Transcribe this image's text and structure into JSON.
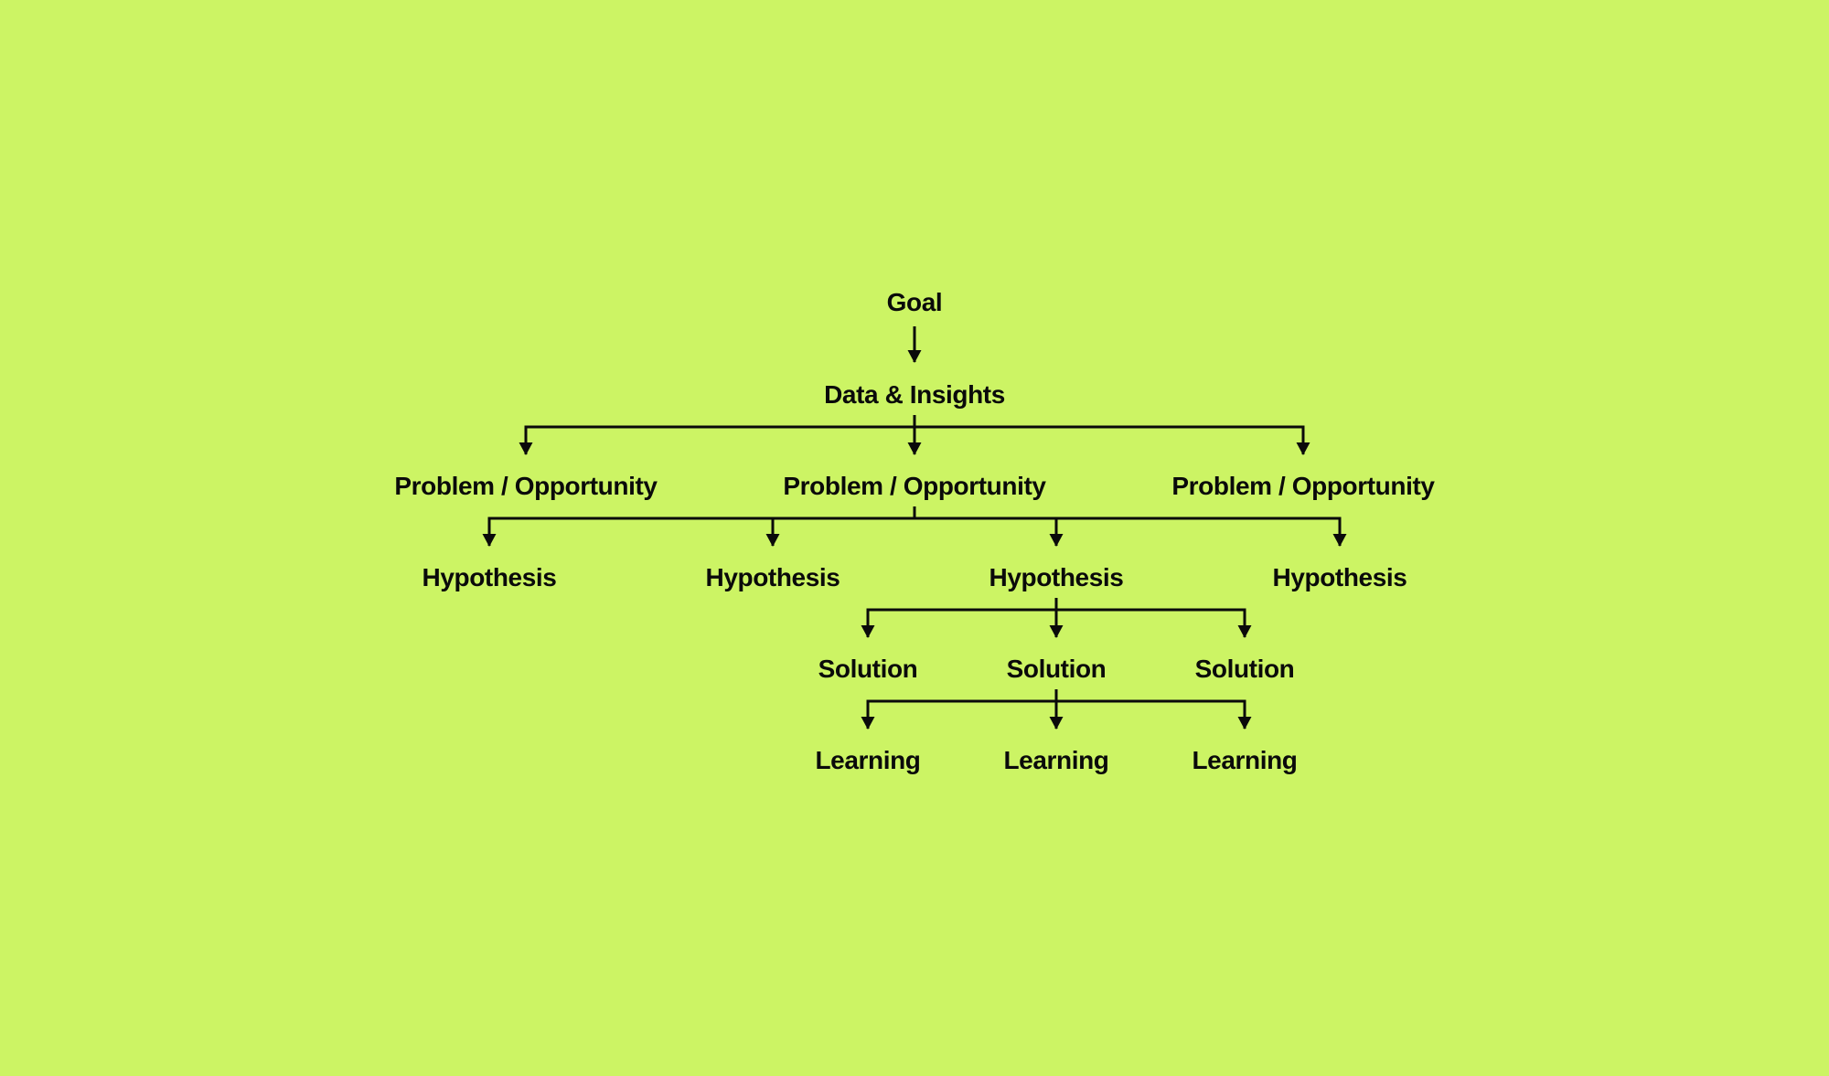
{
  "colors": {
    "background": "#CCF464",
    "ink": "#0A0A0A"
  },
  "diagram": {
    "type": "tree-flowchart",
    "rows": [
      {
        "level": "goal",
        "items": [
          {
            "label": "Goal"
          }
        ]
      },
      {
        "level": "data-insights",
        "items": [
          {
            "label": "Data & Insights"
          }
        ]
      },
      {
        "level": "problem-opportunity",
        "items": [
          {
            "label": "Problem / Opportunity"
          },
          {
            "label": "Problem / Opportunity"
          },
          {
            "label": "Problem / Opportunity"
          }
        ]
      },
      {
        "level": "hypothesis",
        "items": [
          {
            "label": "Hypothesis"
          },
          {
            "label": "Hypothesis"
          },
          {
            "label": "Hypothesis"
          },
          {
            "label": "Hypothesis"
          }
        ]
      },
      {
        "level": "solution",
        "items": [
          {
            "label": "Solution"
          },
          {
            "label": "Solution"
          },
          {
            "label": "Solution"
          }
        ]
      },
      {
        "level": "learning",
        "items": [
          {
            "label": "Learning"
          },
          {
            "label": "Learning"
          },
          {
            "label": "Learning"
          }
        ]
      }
    ],
    "edges": [
      {
        "from": "Goal",
        "to": [
          "Data & Insights"
        ]
      },
      {
        "from": "Data & Insights",
        "to": [
          "Problem / Opportunity (1)",
          "Problem / Opportunity (2)",
          "Problem / Opportunity (3)"
        ]
      },
      {
        "from": "Problem / Opportunity (2)",
        "to": [
          "Hypothesis (1)",
          "Hypothesis (2)",
          "Hypothesis (3)",
          "Hypothesis (4)"
        ]
      },
      {
        "from": "Hypothesis (3)",
        "to": [
          "Solution (1)",
          "Solution (2)",
          "Solution (3)"
        ]
      },
      {
        "from": "Solution (2)",
        "to": [
          "Learning (1)",
          "Learning (2)",
          "Learning (3)"
        ]
      }
    ]
  }
}
